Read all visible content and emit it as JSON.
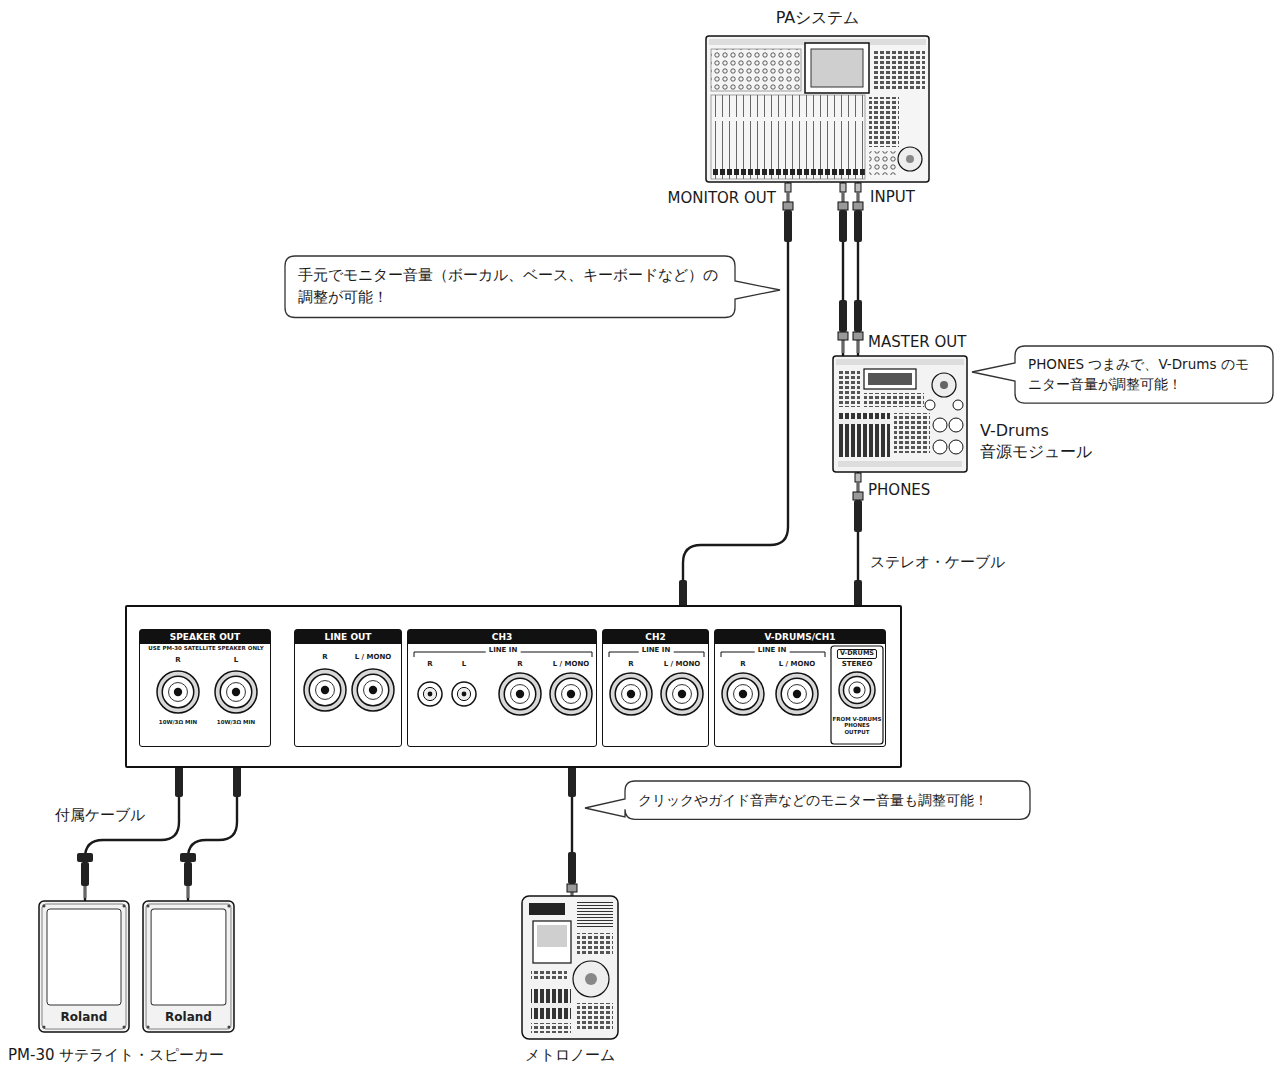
{
  "diagram": {
    "nodes": [
      {
        "text": [
          "PAシステム"
        ]
      },
      {
        "text": [
          "手元でモニター音量（ボーカル、ベース、キーボードなど）の調整が可能！"
        ]
      },
      {
        "text": [
          "V-Drums 音源モジュール"
        ]
      },
      {
        "text": [
          "PHONES つまみで、V-Drums のモニター音量が調整可能！"
        ]
      },
      {
        "text": []
      },
      {
        "text": [
          "SPEAKER OUT",
          "USE PM-30 SATELLITE SPEAKER ONLY",
          "R",
          "L",
          "10W/3Ω MIN",
          "10W/3Ω MIN"
        ],
        "in": 4
      },
      {
        "text": [
          "LINE OUT",
          "R",
          "L / MONO"
        ],
        "in": 4
      },
      {
        "text": [
          "CH3",
          "LINE IN",
          "R",
          "L",
          "R",
          "L / MONO"
        ],
        "in": 4
      },
      {
        "text": [
          "CH2",
          "LINE IN",
          "R",
          "L / MONO"
        ],
        "in": 4
      },
      {
        "text": [
          "V-DRUMS/CH1",
          "LINE IN",
          "R",
          "L / MONO",
          "V-DRUMS",
          "STEREO",
          "FROM V-DRUMS PHONES OUTPUT"
        ],
        "in": 4
      },
      {
        "text": [
          "クリックやガイド音声などのモニター音量も調整可能！"
        ]
      },
      {
        "text": [
          "Roland"
        ]
      },
      {
        "text": [
          "Roland"
        ]
      },
      {
        "text": [
          "メトロノーム"
        ]
      }
    ],
    "edges": [
      {
        "from": 0,
        "to": 8,
        "arrow": "none"
      },
      {
        "from": 2,
        "to": 0,
        "arrow": "none"
      },
      {
        "from": 2,
        "to": 9,
        "label": "ステレオ・ケーブル",
        "arrow": "none"
      },
      {
        "from": 5,
        "to": 11,
        "label": "付属ケーブル",
        "arrow": "none"
      },
      {
        "from": 5,
        "to": 12,
        "arrow": "none"
      },
      {
        "from": 7,
        "to": 13,
        "arrow": "none"
      }
    ],
    "labels": [
      "MONITOR OUT",
      "INPUT",
      "MASTER OUT",
      "PHONES",
      "PM-30 サテライト・スピーカー"
    ]
  }
}
